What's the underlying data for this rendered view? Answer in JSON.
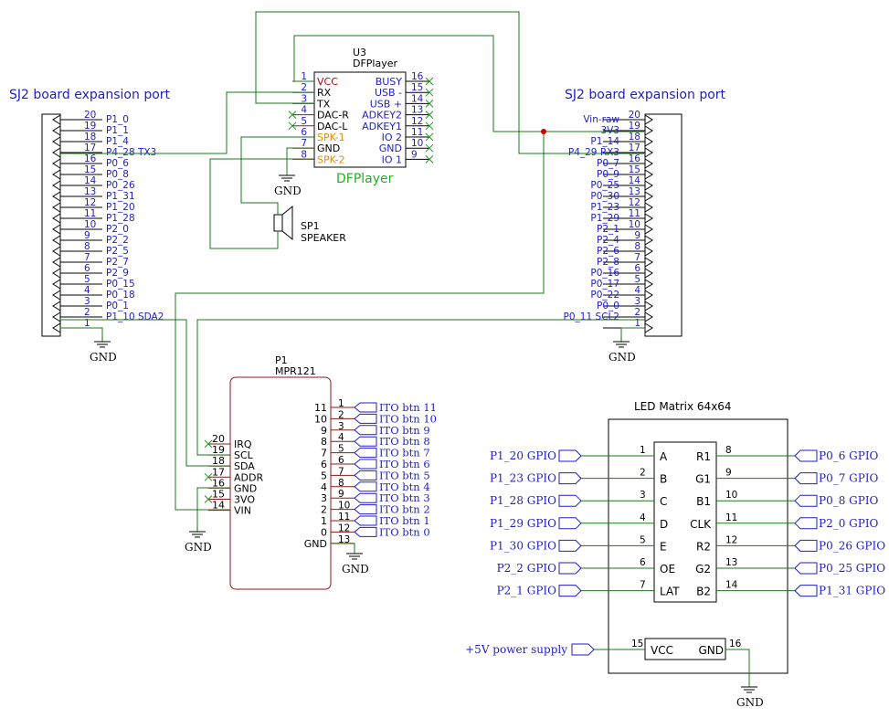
{
  "left_port": {
    "title": "SJ2 board expansion port",
    "pins": [
      {
        "num": "20",
        "label": "P1_0"
      },
      {
        "num": "19",
        "label": "P1_1"
      },
      {
        "num": "18",
        "label": "P1_4"
      },
      {
        "num": "17",
        "label": "P4_28 TX3"
      },
      {
        "num": "16",
        "label": "P0_6"
      },
      {
        "num": "15",
        "label": "P0_8"
      },
      {
        "num": "14",
        "label": "P0_26"
      },
      {
        "num": "13",
        "label": "P1_31"
      },
      {
        "num": "12",
        "label": "P1_20"
      },
      {
        "num": "11",
        "label": "P1_28"
      },
      {
        "num": "10",
        "label": "P2_0"
      },
      {
        "num": "9",
        "label": "P2_2"
      },
      {
        "num": "8",
        "label": "P2_5"
      },
      {
        "num": "7",
        "label": "P2_7"
      },
      {
        "num": "6",
        "label": "P2_9"
      },
      {
        "num": "5",
        "label": "P0_15"
      },
      {
        "num": "4",
        "label": "P0_18"
      },
      {
        "num": "3",
        "label": "P0_1"
      },
      {
        "num": "2",
        "label": "P1_10 SDA2"
      },
      {
        "num": "1",
        "label": ""
      }
    ],
    "gnd_label": "GND"
  },
  "right_port": {
    "title": "SJ2 board expansion port",
    "pins": [
      {
        "num": "20",
        "label": "Vin-raw"
      },
      {
        "num": "19",
        "label": "3V3"
      },
      {
        "num": "18",
        "label": "P1_14"
      },
      {
        "num": "17",
        "label": "P4_29 RX3"
      },
      {
        "num": "16",
        "label": "P0_7"
      },
      {
        "num": "15",
        "label": "P0_9"
      },
      {
        "num": "14",
        "label": "P0_25"
      },
      {
        "num": "13",
        "label": "P0_30"
      },
      {
        "num": "12",
        "label": "P1_23"
      },
      {
        "num": "11",
        "label": "P1_29"
      },
      {
        "num": "10",
        "label": "P2_1"
      },
      {
        "num": "9",
        "label": "P2_4"
      },
      {
        "num": "8",
        "label": "P2_6"
      },
      {
        "num": "7",
        "label": "P2_8"
      },
      {
        "num": "6",
        "label": "P0_16"
      },
      {
        "num": "5",
        "label": "P0_17"
      },
      {
        "num": "4",
        "label": "P0_22"
      },
      {
        "num": "3",
        "label": "P0_0"
      },
      {
        "num": "2",
        "label": "P0_11 SCL2"
      },
      {
        "num": "1",
        "label": ""
      }
    ],
    "gnd_label": "GND"
  },
  "dfplayer": {
    "ref": "U3",
    "value": "DFPlayer",
    "name": "DFPlayer",
    "left_pins": [
      {
        "num": "1",
        "label": "VCC"
      },
      {
        "num": "2",
        "label": "RX"
      },
      {
        "num": "3",
        "label": "TX"
      },
      {
        "num": "4",
        "label": "DAC-R"
      },
      {
        "num": "5",
        "label": "DAC-L"
      },
      {
        "num": "6",
        "label": "SPK-1"
      },
      {
        "num": "7",
        "label": "GND"
      },
      {
        "num": "8",
        "label": "SPK-2"
      }
    ],
    "right_pins": [
      {
        "num": "16",
        "label": "BUSY"
      },
      {
        "num": "15",
        "label": "USB -"
      },
      {
        "num": "14",
        "label": "USB +"
      },
      {
        "num": "13",
        "label": "ADKEY2"
      },
      {
        "num": "12",
        "label": "ADKEY1"
      },
      {
        "num": "11",
        "label": "IO 2"
      },
      {
        "num": "10",
        "label": "GND"
      },
      {
        "num": "9",
        "label": "IO 1"
      }
    ],
    "gnd_label": "GND"
  },
  "speaker": {
    "ref": "SP1",
    "value": "SPEAKER"
  },
  "mpr121": {
    "ref": "P1",
    "value": "MPR121",
    "left_pins": [
      {
        "num": "20",
        "label": "IRQ"
      },
      {
        "num": "19",
        "label": "SCL"
      },
      {
        "num": "18",
        "label": "SDA"
      },
      {
        "num": "17",
        "label": "ADDR"
      },
      {
        "num": "16",
        "label": "GND"
      },
      {
        "num": "15",
        "label": "3VO"
      },
      {
        "num": "14",
        "label": "VIN"
      }
    ],
    "right_pins": [
      {
        "num": "1",
        "label": "11",
        "net": "ITO btn 11"
      },
      {
        "num": "2",
        "label": "10",
        "net": "ITO btn 10"
      },
      {
        "num": "3",
        "label": "9",
        "net": "ITO btn 9"
      },
      {
        "num": "4",
        "label": "8",
        "net": "ITO btn 8"
      },
      {
        "num": "5",
        "label": "7",
        "net": "ITO btn 7"
      },
      {
        "num": "6",
        "label": "6",
        "net": "ITO btn 6"
      },
      {
        "num": "7",
        "label": "5",
        "net": "ITO btn 5"
      },
      {
        "num": "8",
        "label": "4",
        "net": "ITO btn 4"
      },
      {
        "num": "9",
        "label": "3",
        "net": "ITO btn 3"
      },
      {
        "num": "10",
        "label": "2",
        "net": "ITO btn 2"
      },
      {
        "num": "11",
        "label": "1",
        "net": "ITO btn 1"
      },
      {
        "num": "12",
        "label": "0",
        "net": "ITO btn 0"
      },
      {
        "num": "13",
        "label": "GND",
        "net": ""
      }
    ],
    "gnd_left": "GND",
    "gnd_right": "GND"
  },
  "led_matrix": {
    "title": "LED Matrix 64x64",
    "left_pins": [
      {
        "num": "1",
        "label": "A",
        "net": "P1_20 GPIO"
      },
      {
        "num": "2",
        "label": "B",
        "net": "P1_23 GPIO"
      },
      {
        "num": "3",
        "label": "C",
        "net": "P1_28 GPIO"
      },
      {
        "num": "4",
        "label": "D",
        "net": "P1_29 GPIO"
      },
      {
        "num": "5",
        "label": "E",
        "net": "P1_30 GPIO"
      },
      {
        "num": "6",
        "label": "OE",
        "net": "P2_2 GPIO"
      },
      {
        "num": "7",
        "label": "LAT",
        "net": "P2_1 GPIO"
      }
    ],
    "right_pins": [
      {
        "num": "8",
        "label": "R1",
        "net": "P0_6 GPIO"
      },
      {
        "num": "9",
        "label": "G1",
        "net": "P0_7 GPIO"
      },
      {
        "num": "10",
        "label": "B1",
        "net": "P0_8 GPIO"
      },
      {
        "num": "11",
        "label": "CLK",
        "net": "P2_0 GPIO"
      },
      {
        "num": "12",
        "label": "R2",
        "net": "P0_26 GPIO"
      },
      {
        "num": "13",
        "label": "G2",
        "net": "P0_25 GPIO"
      },
      {
        "num": "14",
        "label": "B2",
        "net": "P1_31 GPIO"
      }
    ],
    "power": {
      "vcc_num": "15",
      "vcc_label": "VCC",
      "gnd_num": "16",
      "gnd_label": "GND",
      "net": "+5V power supply"
    },
    "gnd_label": "GND"
  }
}
